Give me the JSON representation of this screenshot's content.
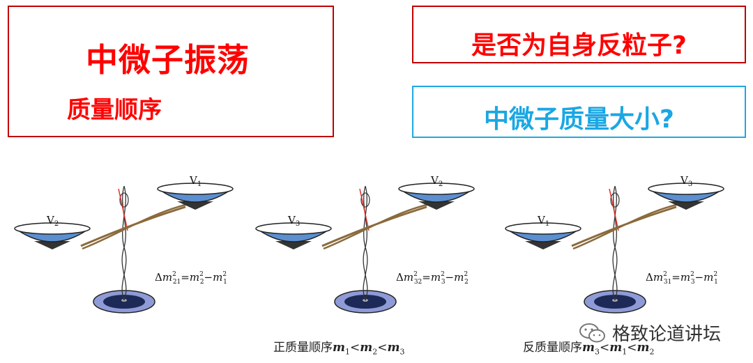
{
  "boxes": {
    "oscillation_title": "中微子振荡",
    "mass_order_subtitle": "质量顺序",
    "antiparticle_question": "是否为自身反粒子?",
    "mass_size_question": "中微子质量大小?"
  },
  "colors": {
    "red_text": "#ff0000",
    "red_border": "#c00000",
    "cyan_text": "#1aa7e3",
    "cyan_border": "#1fa7e0",
    "bowl_blue": "#5b8fd0",
    "rope_brown": "#8a6a3c"
  },
  "diagrams": [
    {
      "left_label": "V",
      "left_sub": "2",
      "right_label": "V",
      "right_sub": "1",
      "eq_lhs_sub": "21",
      "eq_a_sub": "2",
      "eq_b_sub": "1"
    },
    {
      "left_label": "V",
      "left_sub": "3",
      "right_label": "V",
      "right_sub": "2",
      "eq_lhs_sub": "32",
      "eq_a_sub": "3",
      "eq_b_sub": "2"
    },
    {
      "left_label": "V",
      "left_sub": "1",
      "right_label": "V",
      "right_sub": "3",
      "eq_lhs_sub": "31",
      "eq_a_sub": "3",
      "eq_b_sub": "1"
    }
  ],
  "captions": {
    "normal_prefix": "正质量顺序",
    "inverted_prefix": "反质量顺序",
    "m": "m",
    "lt": "<",
    "n1": "1",
    "n2": "2",
    "n3": "3"
  },
  "watermark": {
    "text": "格致论道讲坛",
    "icon": "wechat-icon"
  }
}
